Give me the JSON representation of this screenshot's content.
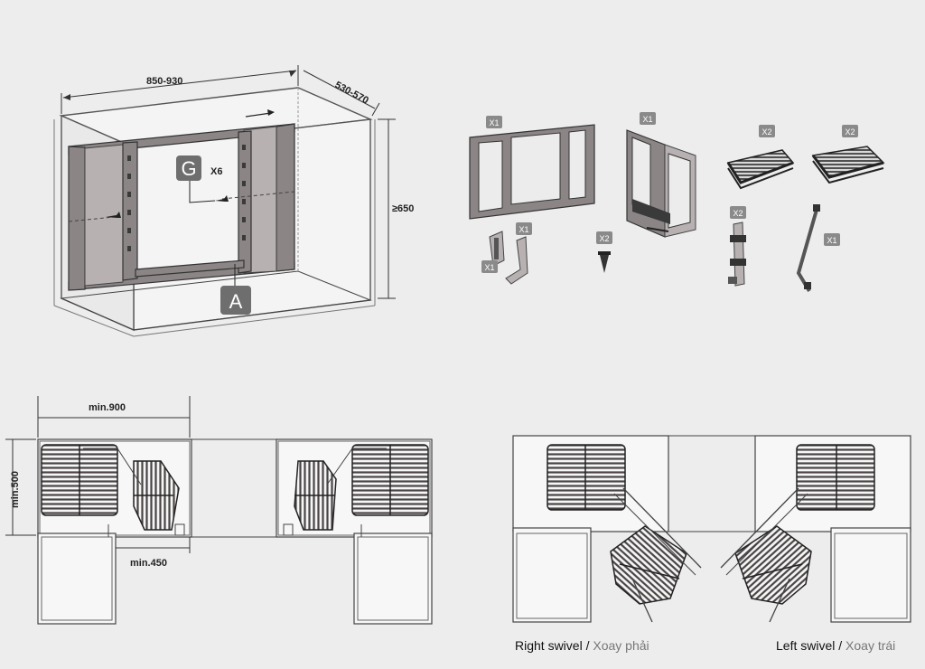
{
  "dimensions": {
    "width": "850-930",
    "depth": "530-570",
    "height": "≥650",
    "min_width": "min.900",
    "min_depth": "min.500",
    "min_door": "min.450"
  },
  "callouts": {
    "screw_label": "G",
    "screw_qty": "X6",
    "mount_label": "A"
  },
  "part_badges": {
    "frame_qty": "X1",
    "bracket_qty": "X1",
    "basket_a_qty": "X2",
    "basket_b_qty": "X2",
    "bracket_small_qty": "X1",
    "bracket_angle_qty": "X1",
    "screw_part_qty": "X2",
    "hinge_qty": "X2",
    "rod_qty": "X1"
  },
  "captions": {
    "right_en": "Right swivel",
    "right_sep": " / ",
    "right_vi": "Xoay phải",
    "left_en": "Left swivel",
    "left_sep": " / ",
    "left_vi": "Xoay trái"
  },
  "colors": {
    "frame": "#8b8586",
    "badge": "#8a8a8a",
    "callout": "#6e6e6e",
    "background": "#ededed"
  }
}
